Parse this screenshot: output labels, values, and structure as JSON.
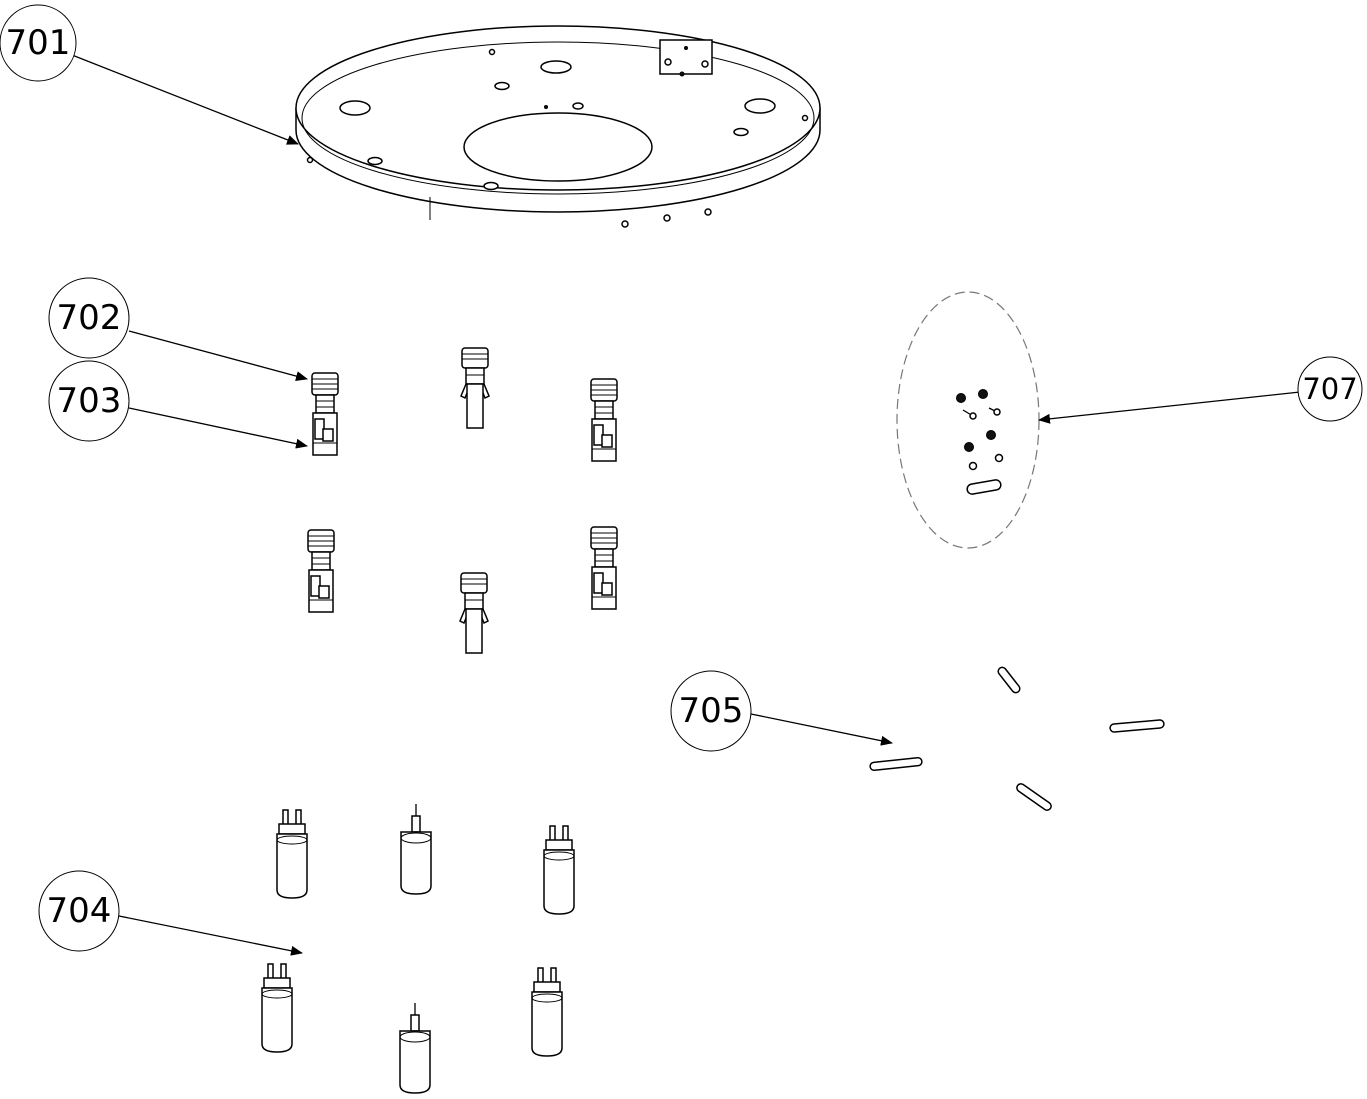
{
  "callouts": {
    "c701": "701",
    "c702": "702",
    "c703": "703",
    "c704": "704",
    "c705": "705",
    "c707": "707"
  },
  "colors": {
    "ink": "#000000",
    "paper": "#ffffff",
    "detail_outline": "#777777"
  }
}
